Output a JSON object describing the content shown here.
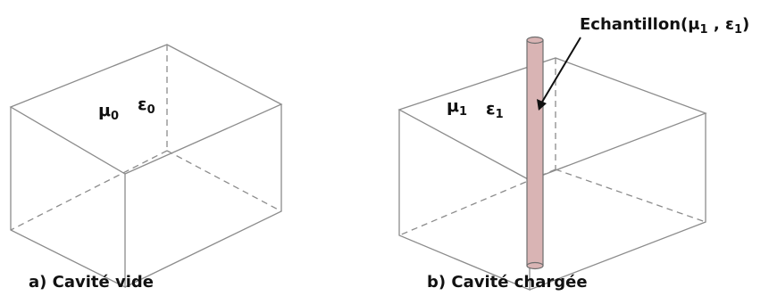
{
  "panel_a": {
    "caption": "a) Cavité vide",
    "mu_symbol": "μ",
    "mu_subscript": "0",
    "eps_symbol": "ε",
    "eps_subscript": "0"
  },
  "panel_b": {
    "caption": "b) Cavité chargée",
    "mu_symbol": "μ",
    "mu_subscript": "1",
    "eps_symbol": "ε",
    "eps_subscript": "1",
    "sample_label": {
      "prefix": "Echantillon(",
      "mu_symbol": "μ",
      "mu_subscript": "1",
      "separator": " , ",
      "eps_symbol": "ε",
      "eps_subscript": "1",
      "suffix": ")"
    },
    "sample_color": "#d9b4b4"
  }
}
